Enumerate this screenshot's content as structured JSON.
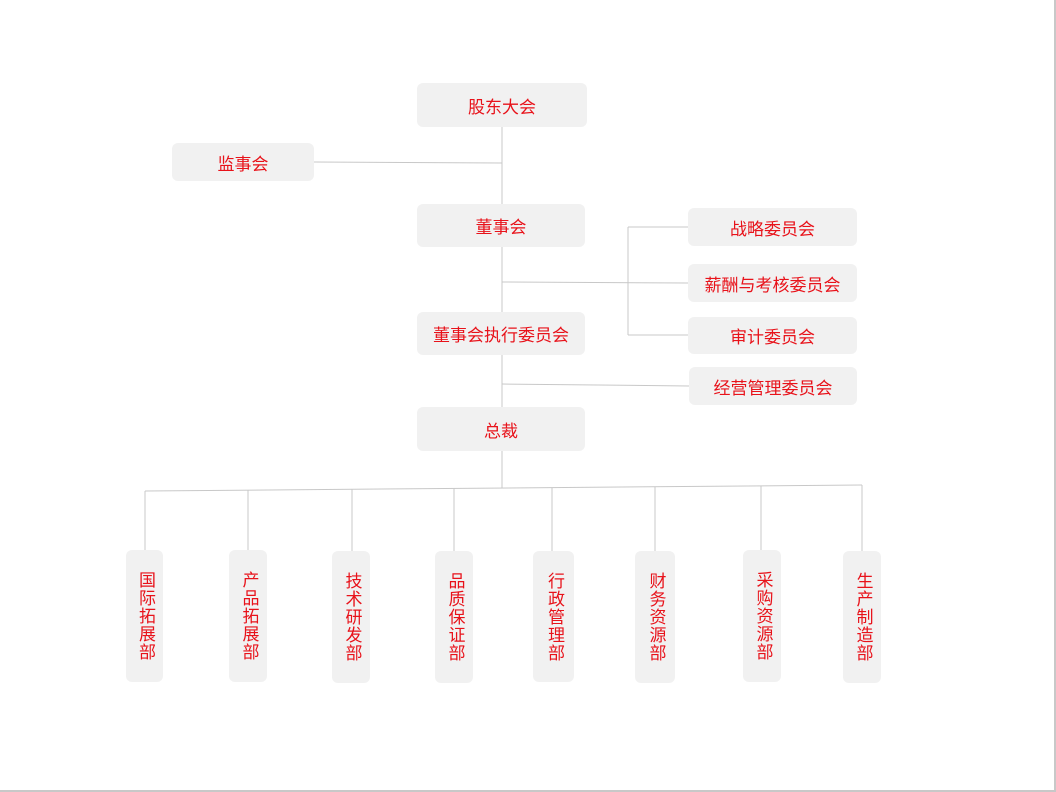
{
  "colors": {
    "node_text": "#e8121a",
    "node_fill": "#f1f1f1",
    "connector": "#c8c8c8"
  },
  "nodes": {
    "general_meeting": "股东大会",
    "supervisory_board": "监事会",
    "board_of_directors": "董事会",
    "executive_committee": "董事会执行委员会",
    "president": "总裁",
    "strategy_committee": "战略委员会",
    "remuneration_committee": "薪酬与考核委员会",
    "audit_committee": "审计委员会",
    "management_committee": "经营管理委员会"
  },
  "departments": [
    "国际拓展部",
    "产品拓展部",
    "技术研发部",
    "品质保证部",
    "行政管理部",
    "财务资源部",
    "采购资源部",
    "生产制造部"
  ]
}
